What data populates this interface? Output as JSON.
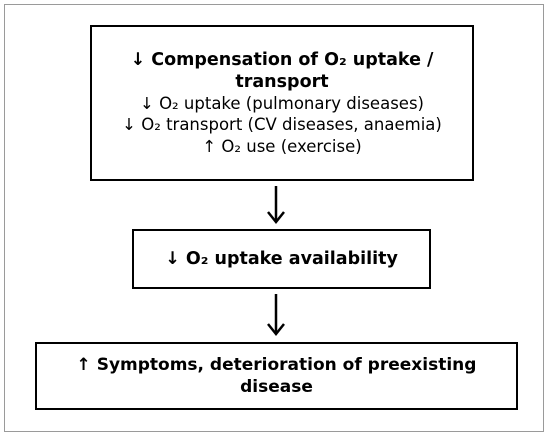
{
  "diagram": {
    "box1": {
      "title_line1": "↓ Compensation of O₂ uptake /",
      "title_line2": "transport",
      "item1": "↓ O₂ uptake (pulmonary diseases)",
      "item2": "↓ O₂ transport (CV diseases, anaemia)",
      "item3": "↑  O₂ use (exercise)"
    },
    "box2": {
      "text": "↓ O₂ uptake availability"
    },
    "box3": {
      "line1": "↑ Symptoms, deterioration of preexisting",
      "line2": "disease"
    }
  }
}
